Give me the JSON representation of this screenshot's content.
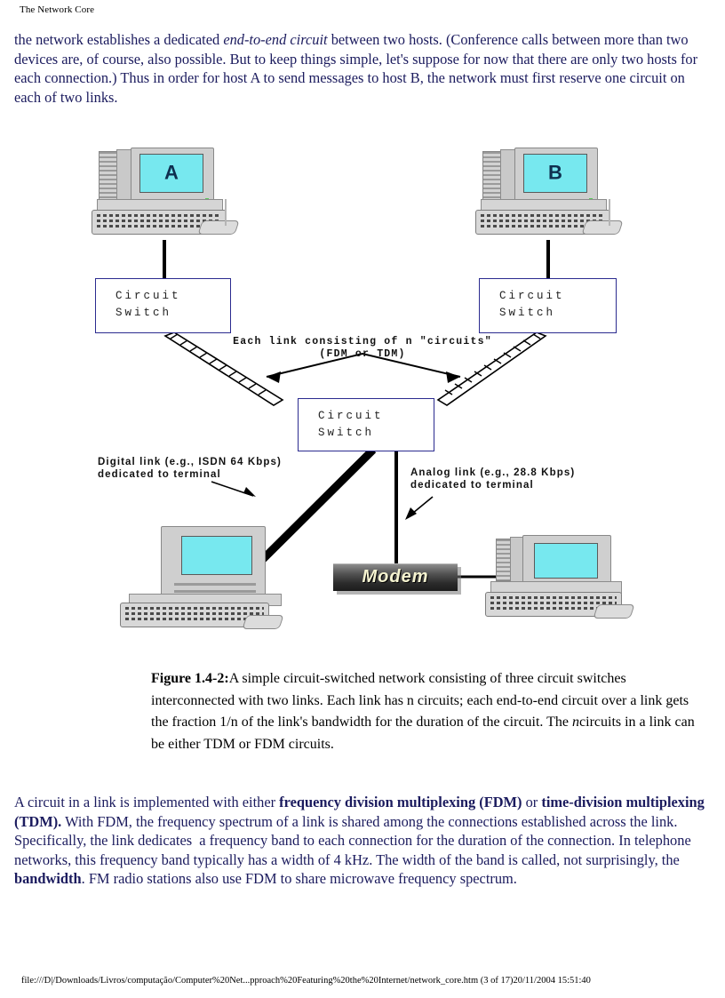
{
  "page": {
    "running_head": "The Network Core",
    "footer": "file:///D|/Downloads/Livros/computação/Computer%20Net...pproach%20Featuring%20the%20Internet/network_core.htm (3 of 17)20/11/2004 15:51:40"
  },
  "body": {
    "paragraph_top_html": "the network establishes a dedicated <i>end-to-end circuit</i> between two hosts. (Conference calls between more than two devices are, of course, also possible. But to keep things simple, let's suppose for now that there are only two hosts for each connection.) Thus in order for host A to send messages to host B, the network must first reserve one circuit on each of two links.",
    "paragraph_bottom_html": "A circuit in a link is implemented with either <b>frequency division multiplexing (FDM)</b> or <b>time-division multiplexing (TDM).</b> With FDM, the frequency spectrum of a link is shared among the connections established across the link. Specifically, the link dedicates&nbsp; a frequency band to each connection for the duration of the connection. In telephone networks, this frequency band typically has a width of 4 kHz. The width of the band is called, not surprisingly, the <b>bandwidth</b>. FM radio stations also use FDM to share microwave frequency spectrum."
  },
  "figure": {
    "caption_html": "<b>Figure 1.4-2:</b>A simple circuit-switched network consisting of three circuit switches interconnected with two links. Each link has n circuits; each end-to-end circuit over a link gets the fraction 1/n of the link's bandwidth for the duration of the circuit. The <i>n</i>circuits in a link can be either TDM or FDM circuits.",
    "caption_label": "Figure 1.4-2:",
    "switch_left": {
      "line1": "Circuit",
      "line2": "Switch"
    },
    "switch_right": {
      "line1": "Circuit",
      "line2": "Switch"
    },
    "switch_mid": {
      "line1": "Circuit",
      "line2": "Switch"
    },
    "link_label": {
      "line1": "Each link consisting of n \"circuits\"",
      "line2": "(FDM or TDM)"
    },
    "digital_label": {
      "line1": "Digital link (e.g., ISDN 64 Kbps)",
      "line2": "dedicated to terminal"
    },
    "analog_label": {
      "line1": "Analog link (e.g., 28.8 Kbps)",
      "line2": "dedicated to terminal"
    },
    "modem_label": "Modem",
    "host_a_screen": "A",
    "host_b_screen": "B",
    "colors": {
      "screen": "#77e8ef",
      "box_border": "#2b2b8f",
      "body_text": "#1b1b5e",
      "link_line": "#000000",
      "modem_text": "#f5f3d0"
    }
  }
}
